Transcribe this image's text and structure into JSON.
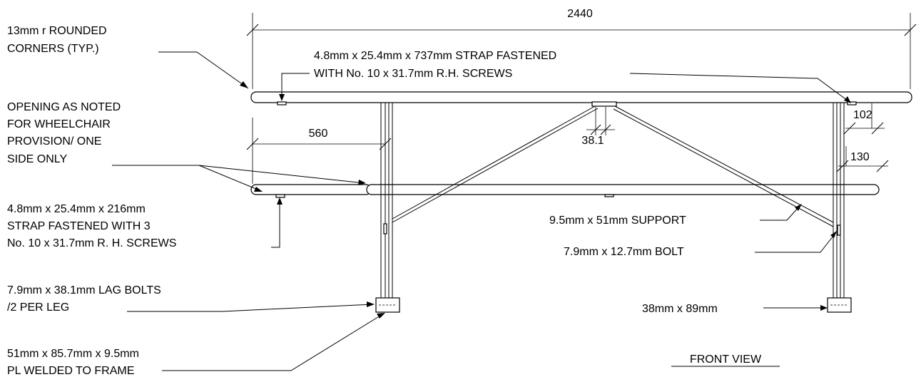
{
  "dimensions": {
    "overall_length": "2440",
    "end_offset": "560",
    "gap": "38.1",
    "top_to_brace": "102",
    "brace_to_seat": "130"
  },
  "callouts": {
    "rounded_corners": [
      "13mm r ROUNDED",
      "CORNERS (TYP.)"
    ],
    "top_strap": [
      "4.8mm x 25.4mm x 737mm STRAP FASTENED",
      "WITH No. 10 x 31.7mm R.H. SCREWS"
    ],
    "wheelchair_opening": [
      "OPENING AS NOTED",
      "FOR WHEELCHAIR",
      "PROVISION/ ONE",
      "SIDE ONLY"
    ],
    "seat_strap": [
      "4.8mm x 25.4mm x 216mm",
      "STRAP FASTENED WITH 3",
      "No. 10 x 31.7mm R. H. SCREWS"
    ],
    "support": "9.5mm x 51mm SUPPORT",
    "bolt": "7.9mm x 12.7mm BOLT",
    "lag_bolts": [
      "7.9mm x 38.1mm LAG BOLTS",
      "/2 PER LEG"
    ],
    "block": "38mm x 89mm",
    "plate": [
      "51mm x 85.7mm x 9.5mm",
      "PL WELDED TO FRAME"
    ]
  },
  "view_title": "FRONT VIEW"
}
